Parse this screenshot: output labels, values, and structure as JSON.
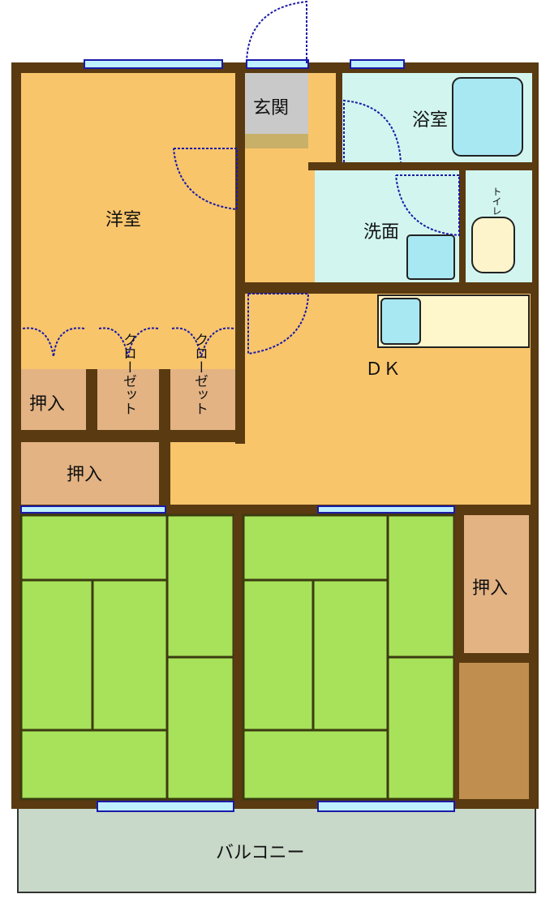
{
  "rooms": {
    "western_room": "洋室",
    "entrance": "玄関",
    "bathroom": "浴室",
    "washroom": "洗面",
    "toilet": "トイレ",
    "dining_kitchen": "ＤＫ",
    "closet_1": "押入",
    "closet_2": "押入",
    "closet_3": "押入",
    "wardrobe_1": "クローゼット",
    "wardrobe_2": "クローゼット",
    "balcony": "バルコニー"
  },
  "colors": {
    "wall": "#5a3a10",
    "western_floor": "#f9c56b",
    "entrance": "#c9c9c9",
    "wet_area": "#d2f6ef",
    "storage": "#e3b384",
    "tatami": "#a8e25a",
    "balcony": "#c9d9c9",
    "window": "#1a1aa8"
  }
}
